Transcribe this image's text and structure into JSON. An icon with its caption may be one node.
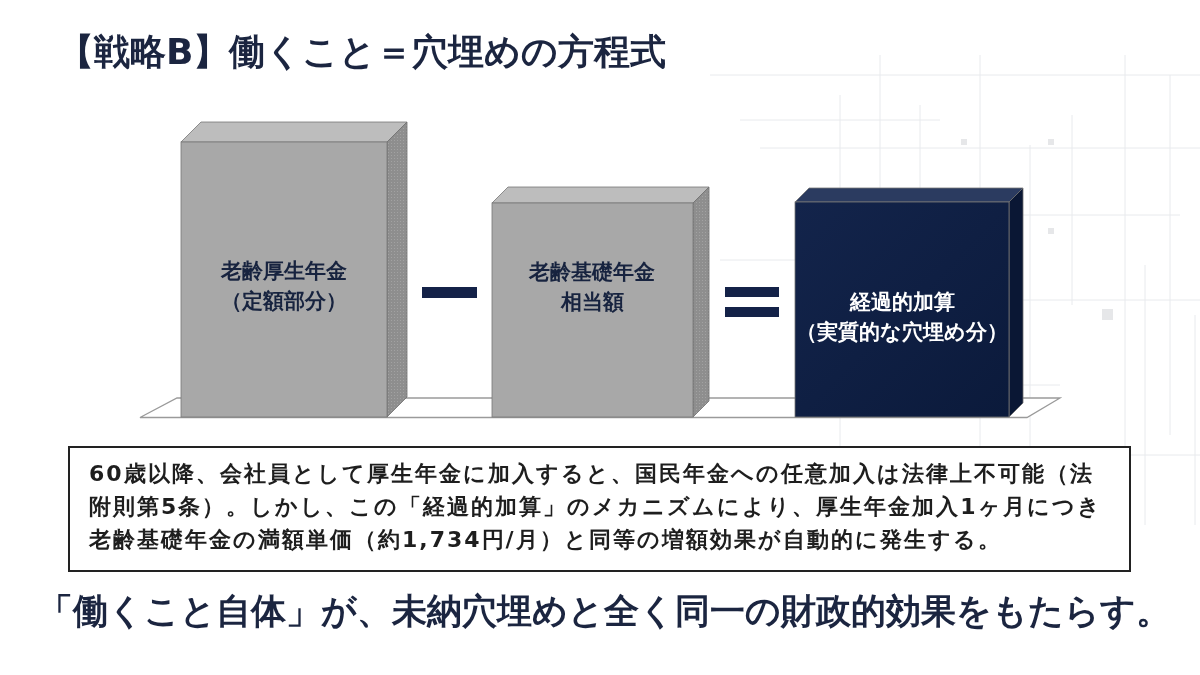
{
  "diagram": {
    "title": "【戦略B】働くこと＝穴埋めの方程式",
    "caption": "「働くこと自体」が、未納穴埋めと全く同一の財政的効果をもたらす。",
    "nodes": [
      {
        "text": [
          "老齢厚生年金",
          "（定額部分）"
        ]
      },
      {
        "text": [
          "老齢基礎年金相当額"
        ]
      },
      {
        "text": [
          "経過的加算",
          "（実質的な穴埋め分）"
        ]
      },
      {
        "text": [
          "60歳以降、会社員として厚生年金に加入すると、国民年金への任意加入は法律上不可能（法附則第5条）。しかし、この「経過的加算」のメカニズムにより、厚生年金加入1ヶ月につき老齢基礎年金の満額単価（約1,734円/月）と同等の増額効果が自動的に発生する。"
        ]
      },
      {
        "text": [],
        "shape": "platform"
      }
    ]
  }
}
